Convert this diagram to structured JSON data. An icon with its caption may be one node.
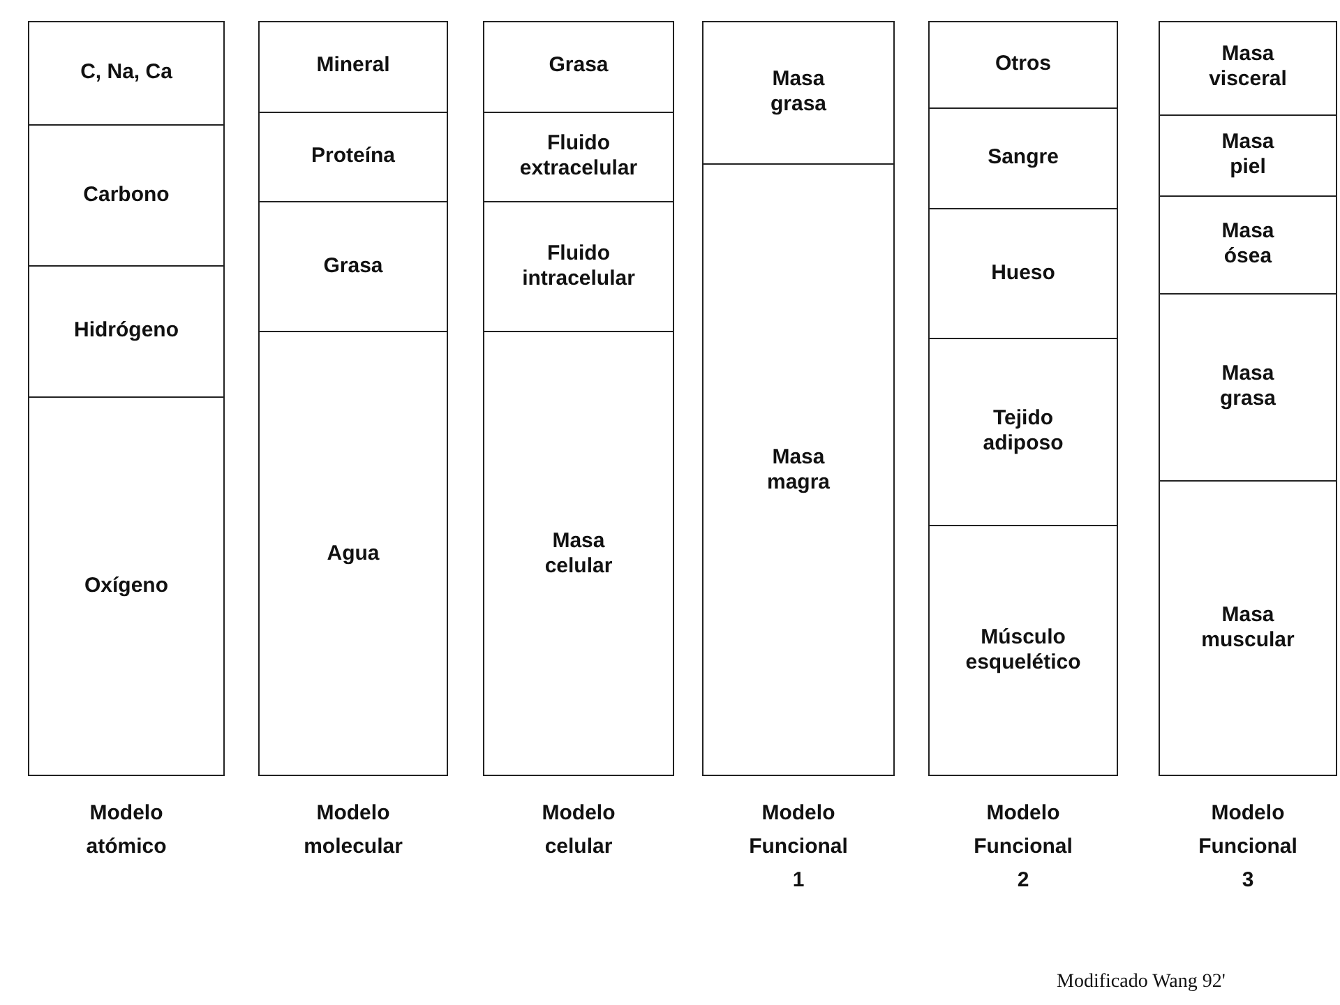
{
  "diagram": {
    "nodes": [
      {
        "text": [
          "Modelo atómico"
        ]
      },
      {
        "text": [
          "C, Na, Ca"
        ],
        "in": 0
      },
      {
        "text": [
          "Carbono"
        ],
        "in": 0
      },
      {
        "text": [
          "Hidrógeno"
        ],
        "in": 0
      },
      {
        "text": [
          "Oxígeno"
        ],
        "in": 0
      },
      {
        "text": [
          "Modelo molecular"
        ]
      },
      {
        "text": [
          "Mineral"
        ],
        "in": 5
      },
      {
        "text": [
          "Proteína"
        ],
        "in": 5
      },
      {
        "text": [
          "Grasa"
        ],
        "in": 5
      },
      {
        "text": [
          "Agua"
        ],
        "in": 5
      },
      {
        "text": [
          "Modelo celular"
        ]
      },
      {
        "text": [
          "Grasa"
        ],
        "in": 10
      },
      {
        "text": [
          "Fluido extracelular"
        ],
        "in": 10
      },
      {
        "text": [
          "Fluido intracelular"
        ],
        "in": 10
      },
      {
        "text": [
          "Masa celular"
        ],
        "in": 10
      },
      {
        "text": [
          "Modelo Funcional 1"
        ]
      },
      {
        "text": [
          "Masa grasa"
        ],
        "in": 15
      },
      {
        "text": [
          "Masa magra"
        ],
        "in": 15
      },
      {
        "text": [
          "Modelo Funcional 2"
        ]
      },
      {
        "text": [
          "Otros"
        ],
        "in": 18
      },
      {
        "text": [
          "Sangre"
        ],
        "in": 18
      },
      {
        "text": [
          "Hueso"
        ],
        "in": 18
      },
      {
        "text": [
          "Tejido adiposo"
        ],
        "in": 18
      },
      {
        "text": [
          "Músculo esquelético"
        ],
        "in": 18
      },
      {
        "text": [
          "Modelo Funcional 3"
        ]
      },
      {
        "text": [
          "Masa visceral"
        ],
        "in": 24
      },
      {
        "text": [
          "Masa piel"
        ],
        "in": 24
      },
      {
        "text": [
          "Masa ósea"
        ],
        "in": 24
      },
      {
        "text": [
          "Masa grasa"
        ],
        "in": 24
      },
      {
        "text": [
          "Masa muscular"
        ],
        "in": 24
      }
    ],
    "labels": [
      "Modificado Wang 92'"
    ]
  }
}
